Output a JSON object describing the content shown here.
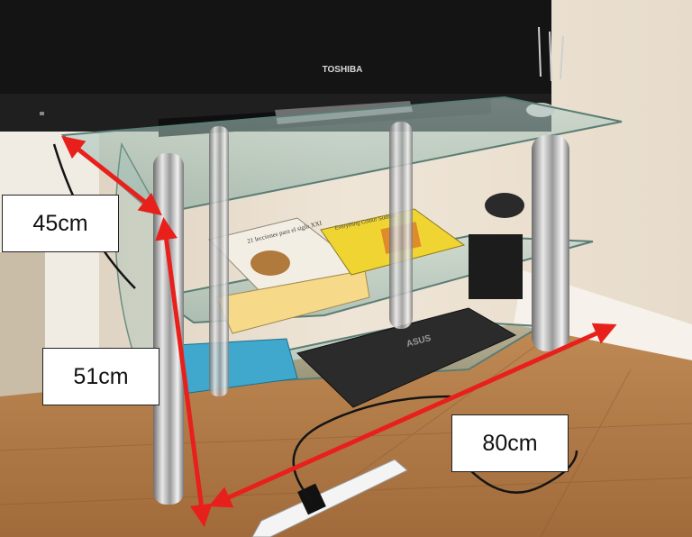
{
  "photo": {
    "tv_brand": "TOSHIBA",
    "laptop_brand": "ASUS",
    "book_spine_text": "21 lecciones para el siglo XXI",
    "book_cover_text": "Everything Colour Sudoku"
  },
  "measurements": {
    "depth": "45cm",
    "height": "51cm",
    "width": "80cm"
  },
  "colors": {
    "arrow": "#e8201c",
    "wall": "#eadfcf",
    "floor": "#b57d47",
    "tv": "#141414",
    "glass": "#8fb5ad"
  }
}
